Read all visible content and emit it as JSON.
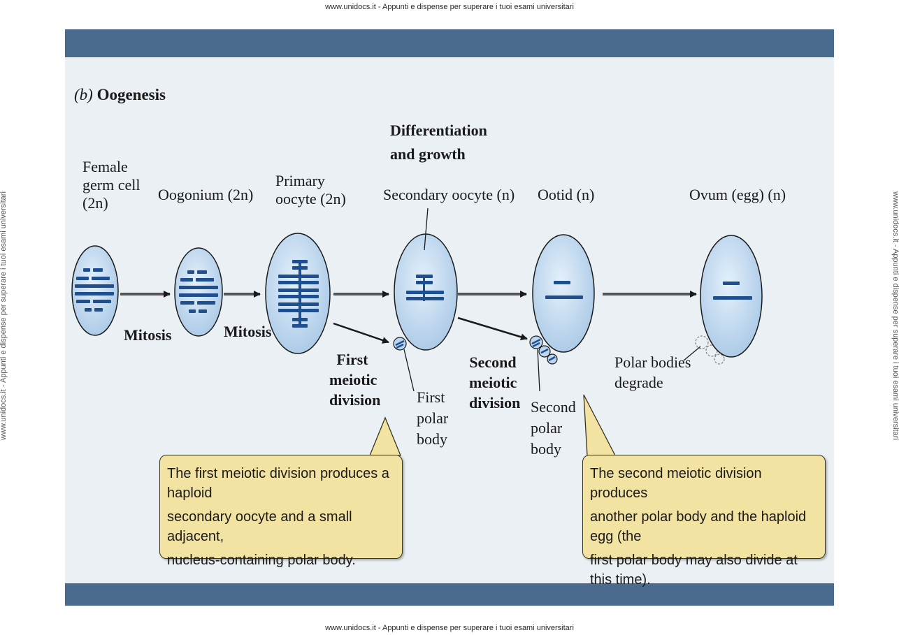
{
  "watermark": {
    "top": "www.unidocs.it - Appunti e dispense per superare i tuoi esami universitari",
    "bottom": "www.unidocs.it - Appunti e dispense per superare i tuoi esami universitari",
    "left": "www.unidocs.it - Appunti e dispense per superare i tuoi esami universitari",
    "right": "www.unidocs.it - Appunti e dispense per superare i tuoi esami universitari"
  },
  "diagram": {
    "title_prefix": "(b)",
    "title": "Oogenesis",
    "stages": {
      "female_germ_cell": [
        "Female",
        "germ cell",
        "(2n)"
      ],
      "oogonium": "Oogonium (2n)",
      "primary_oocyte": [
        "Primary",
        "oocyte (2n)"
      ],
      "differentiation": [
        "Differentiation",
        "and growth"
      ],
      "secondary_oocyte": "Secondary oocyte (n)",
      "ootid": "Ootid (n)",
      "ovum": "Ovum (egg) (n)"
    },
    "processes": {
      "mitosis_1": "Mitosis",
      "mitosis_2": "Mitosis",
      "first_meiotic": [
        "First",
        "meiotic",
        "division"
      ],
      "second_meiotic": [
        "Second",
        "meiotic",
        "division"
      ]
    },
    "polar_labels": {
      "first_polar": [
        "First",
        "polar",
        "body"
      ],
      "second_polar": [
        "Second",
        "polar",
        "body"
      ],
      "degrade": [
        "Polar bodies",
        "degrade"
      ]
    },
    "captions": {
      "first": [
        "The first meiotic division produces a haploid",
        "secondary oocyte and a small adjacent,",
        "nucleus-containing polar body."
      ],
      "second": [
        "The second meiotic division produces",
        "another polar body and the haploid egg (the",
        "first polar body may also divide at this time)."
      ]
    },
    "colors": {
      "band": "#4a6a8e",
      "cell_fill": "#bcd6ef",
      "chromosome": "#1f4f8f",
      "caption_fill": "#f3e3a3"
    }
  }
}
